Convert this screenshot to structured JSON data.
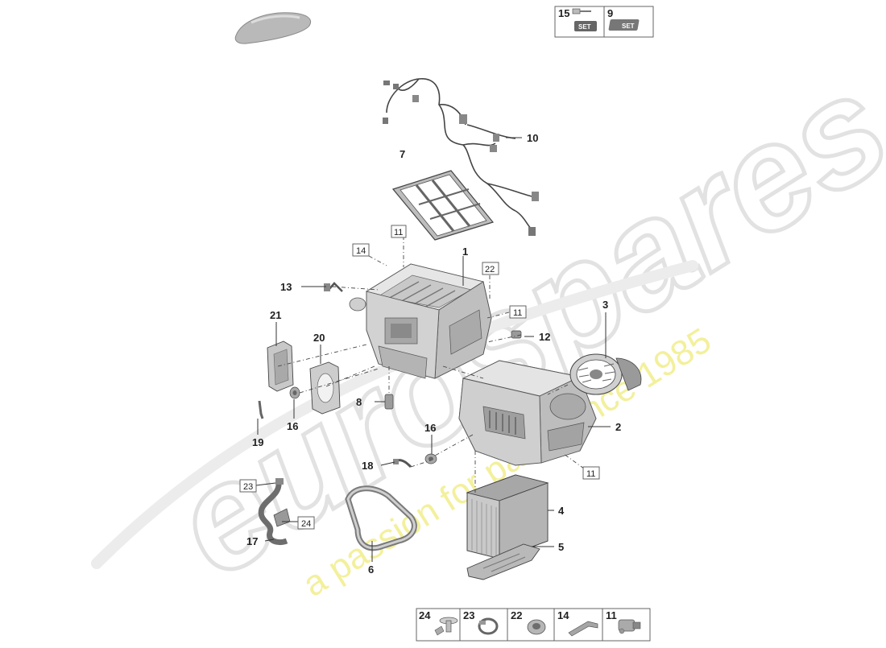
{
  "watermark": {
    "brand": "eurospares",
    "tagline": "a passion for parts since 1985",
    "brand_color": "#e4e4e4",
    "tagline_color": "#f1ee9e"
  },
  "kit_box_top": {
    "items": [
      {
        "number": "15",
        "badge": "SET",
        "icon": "bolt-icon"
      },
      {
        "number": "9",
        "badge": "SET",
        "icon": "set-bag-icon"
      }
    ]
  },
  "kit_box_bottom": {
    "items": [
      {
        "number": "24",
        "icon": "push-rivet-icon"
      },
      {
        "number": "23",
        "icon": "hose-clamp-icon"
      },
      {
        "number": "22",
        "icon": "grommet-icon"
      },
      {
        "number": "14",
        "icon": "clip-icon"
      },
      {
        "number": "11",
        "icon": "connector-icon"
      }
    ]
  },
  "callouts": {
    "c1": "1",
    "c2": "2",
    "c3": "3",
    "c4": "4",
    "c5": "5",
    "c6": "6",
    "c7": "7",
    "c8": "8",
    "c10": "10",
    "c12": "12",
    "c13": "13",
    "c16a": "16",
    "c16b": "16",
    "c17": "17",
    "c18": "18",
    "c19": "19",
    "c20": "20",
    "c21": "21"
  },
  "boxed_callouts": {
    "b11a": "11",
    "b14": "14",
    "b22": "22",
    "b11b": "11",
    "b11c": "11",
    "b23": "23",
    "b24": "24"
  }
}
